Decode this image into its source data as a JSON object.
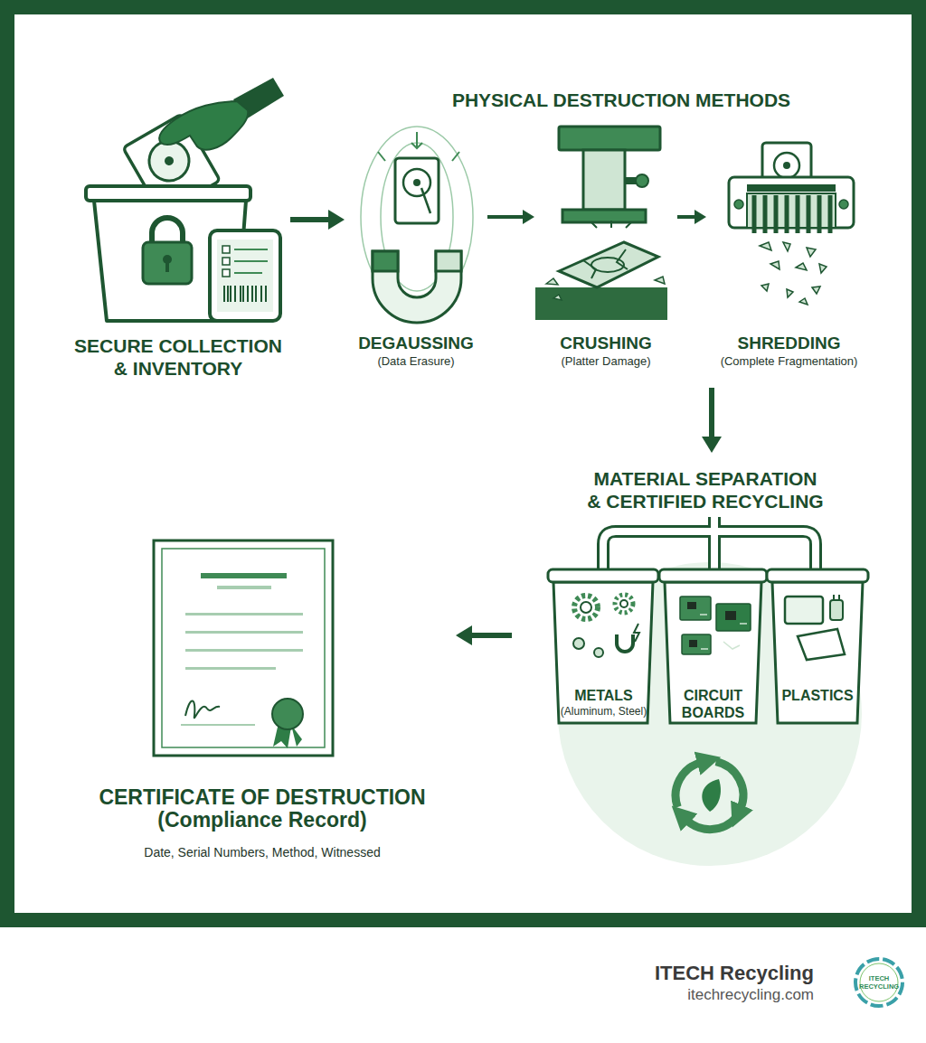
{
  "diagram": {
    "nodes": [
      {
        "text": [
          "SECURE COLLECTION & INVENTORY"
        ]
      },
      {
        "text": [
          "DEGAUSSING",
          "(Data Erasure)"
        ]
      },
      {
        "text": [
          "CRUSHING",
          "(Platter Damage)"
        ]
      },
      {
        "text": [
          "SHREDDING",
          "(Complete Fragmentation)"
        ]
      },
      {
        "text": [
          "MATERIAL SEPARATION & CERTIFIED RECYCLING"
        ]
      },
      {
        "text": [
          "METALS",
          "(Aluminum, Steel)"
        ],
        "in": 4
      },
      {
        "text": [
          "CIRCUIT BOARDS"
        ],
        "in": 4
      },
      {
        "text": [
          "PLASTICS"
        ],
        "in": 4
      },
      {
        "text": [
          "CERTIFICATE OF DESTRUCTION (Compliance Record)",
          "Date, Serial Numbers, Method, Witnessed"
        ]
      }
    ],
    "edges": [
      {
        "from": 0,
        "to": 1,
        "arrow": "to"
      },
      {
        "from": 1,
        "to": 2,
        "arrow": "to"
      },
      {
        "from": 2,
        "to": 3,
        "arrow": "to"
      },
      {
        "from": 3,
        "to": 4,
        "arrow": "to"
      },
      {
        "from": 4,
        "to": 8,
        "arrow": "to"
      }
    ],
    "labels": [
      "PHYSICAL DESTRUCTION METHODS",
      "ITECH Recycling",
      "itechrecycling.com",
      "ITECH RECYCLING"
    ]
  }
}
